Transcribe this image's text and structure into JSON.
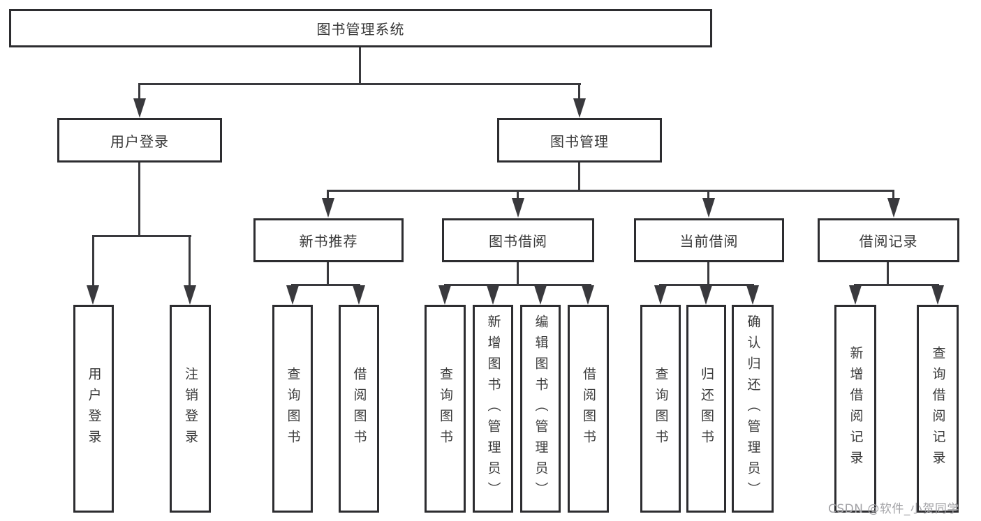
{
  "diagram_type": "tree",
  "tree": {
    "label": "图书管理系统",
    "children": [
      {
        "label": "用户登录",
        "children": [
          {
            "label": "用户登录"
          },
          {
            "label": "注销登录"
          }
        ]
      },
      {
        "label": "图书管理",
        "children": [
          {
            "label": "新书推荐",
            "children": [
              {
                "label": "查询图书"
              },
              {
                "label": "借阅图书"
              }
            ]
          },
          {
            "label": "图书借阅",
            "children": [
              {
                "label": "查询图书"
              },
              {
                "label": "新增图书（管理员）"
              },
              {
                "label": "编辑图书（管理员）"
              },
              {
                "label": "借阅图书"
              }
            ]
          },
          {
            "label": "当前借阅",
            "children": [
              {
                "label": "查询图书"
              },
              {
                "label": "归还图书"
              },
              {
                "label": "确认归还（管理员）"
              }
            ]
          },
          {
            "label": "借阅记录",
            "children": [
              {
                "label": "新增借阅记录"
              },
              {
                "label": "查询借阅记录"
              }
            ]
          }
        ]
      }
    ]
  },
  "watermark": {
    "text": "CSDN @软件_小贺同学"
  },
  "colors": {
    "background": "#ffffff",
    "box_border": "#2d2d30",
    "connector_line": "#39393d",
    "text": "#3a3a3a",
    "watermark": "#a2a2a6"
  }
}
